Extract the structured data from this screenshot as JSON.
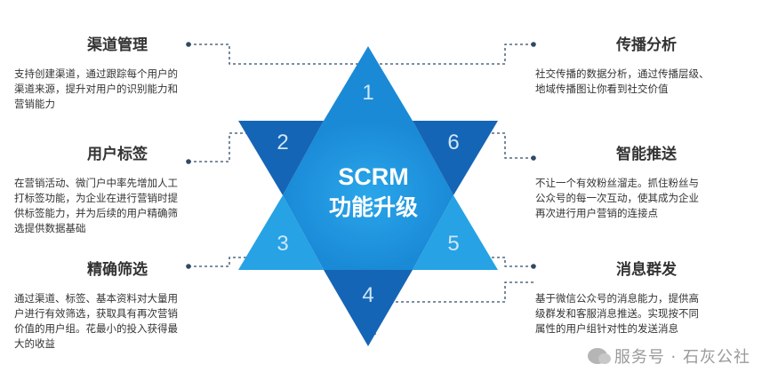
{
  "center": {
    "line1": "SCRM",
    "line2": "功能升级"
  },
  "points": [
    "1",
    "2",
    "3",
    "4",
    "5",
    "6"
  ],
  "features": {
    "channel": {
      "title": "渠道管理",
      "lines": [
        "支持创建渠道，通过跟踪每个用户的",
        "渠道来源，提升对用户的识别能力和",
        "营销能力"
      ]
    },
    "tags": {
      "title": "用户标签",
      "lines": [
        "在营销活动、微门户中率先增加人工",
        "打标签功能，为企业在进行营销时提",
        "供标签能力，并为后续的用户精确筛",
        "选提供数据基础"
      ]
    },
    "filter": {
      "title": "精确筛选",
      "lines": [
        "通过渠道、标签、基本资料对大量用",
        "户进行有效筛选，获取具有再次营销",
        "价值的用户组。花最小的投入获得最",
        "大的收益"
      ]
    },
    "spread": {
      "title": "传播分析",
      "lines": [
        "社交传播的数据分析，通过传播层级、",
        "地域传播图让你看到社交价值"
      ]
    },
    "push": {
      "title": "智能推送",
      "lines": [
        "不让一个有效粉丝溜走。抓住粉丝与",
        "公众号的每一次互动，使其成为企业",
        "再次进行用户营销的连接点"
      ]
    },
    "broadcast": {
      "title": "消息群发",
      "lines": [
        "基于微信公众号的消息能力，提供高",
        "级群发和客服消息推送。实现按不同",
        "属性的用户组针对性的发送消息"
      ]
    }
  },
  "watermark": {
    "text": "服务号 · 石灰公社"
  },
  "colors": {
    "outer_blue": "#1a8ad7",
    "dark_blue": "#1565b6",
    "light_blue": "#26a2e5",
    "connector": "#2f4a66",
    "number": "#cfe6f7"
  }
}
